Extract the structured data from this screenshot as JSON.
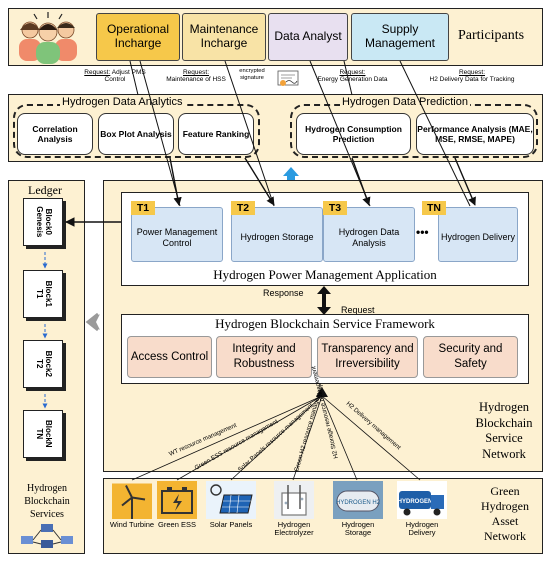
{
  "participants": {
    "title": "Participants",
    "roles": [
      {
        "label": "Operational Incharge",
        "color": "#f6c84a"
      },
      {
        "label": "Maintenance Incharge",
        "color": "#f8e3a6"
      },
      {
        "label": "Data Analyst",
        "color": "#e8e0f0"
      },
      {
        "label": "Supply Management",
        "color": "#c9e8f4"
      }
    ]
  },
  "requests": {
    "r1_tag": "Request:",
    "r1_text": "Adjust PMS Control",
    "r2_tag": "Request:",
    "r2_text": "Maintenance of HSS",
    "signature": "encrypted signature",
    "r3_tag": "Request:",
    "r3_text": "Energy Generation Data",
    "r4_tag": "Request:",
    "r4_text": "H2 Delivery Data for Tracking"
  },
  "analytics": {
    "title": "Hydrogen Data Analytics",
    "items": [
      "Correlation Analysis",
      "Box Plot Analysis",
      "Feature Ranking"
    ]
  },
  "prediction": {
    "title": "Hydrogen Data Prediction",
    "items": [
      "Hydrogen Consumption Prediction",
      "Performance Analysis (MAE, MSE, RMSE, MAPE)"
    ]
  },
  "ledger": {
    "title": "Ledger",
    "blocks": [
      "Block0 Genesis",
      "Block1 T1",
      "Block2 T2",
      "BlockN TN"
    ],
    "footer": "Hydrogen Blockchain Services"
  },
  "application": {
    "title": "Hydrogen Power Management Application",
    "transactions": [
      {
        "tag": "T1",
        "label": "Power Management Control"
      },
      {
        "tag": "T2",
        "label": "Hydrogen Storage"
      },
      {
        "tag": "T3",
        "label": "Hydrogen Data Analysis"
      },
      {
        "tag": "TN",
        "label": "Hydrogen Delivery"
      }
    ],
    "ellipsis": "•••"
  },
  "flow": {
    "response": "Response",
    "request": "Request"
  },
  "framework": {
    "title": "Hydrogen Blockchain Service Framework",
    "items": [
      "Access Control",
      "Integrity and Robustness",
      "Transparency and Irreversibility",
      "Security and Safety"
    ]
  },
  "network_label": "Hydrogen Blockchain Service Network",
  "management_links": [
    "WT resource management",
    "Green ESS resource management",
    "Solar Panels resource management",
    "Green H2 resource management",
    "H2 Storage resource management",
    "H2 Delivery management"
  ],
  "assets": {
    "title": "Green Hydrogen Asset Network",
    "items": [
      "Wind Turbine",
      "Green ESS",
      "Solar Panels",
      "Hydrogen Electrolyzer",
      "Hydrogen Storage",
      "Hydrogen Delivery"
    ],
    "storage_tank_text": "HYDROGEN H2",
    "truck_text": "HYDROGEN"
  }
}
